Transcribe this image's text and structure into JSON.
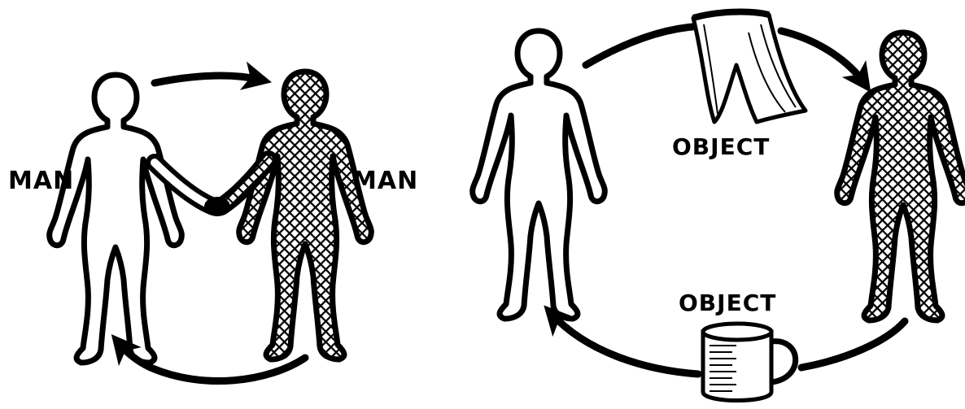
{
  "left_panel": {
    "label_left": "MAN",
    "label_right": "MAN"
  },
  "right_panel": {
    "label_top": "OBJECT",
    "label_bottom": "OBJECT"
  },
  "colors": {
    "ink": "#000000",
    "paper": "#ffffff"
  },
  "icons": [
    "person-outline-icon",
    "person-hatched-icon",
    "arrow-icon",
    "cloth-icon",
    "mug-icon"
  ]
}
